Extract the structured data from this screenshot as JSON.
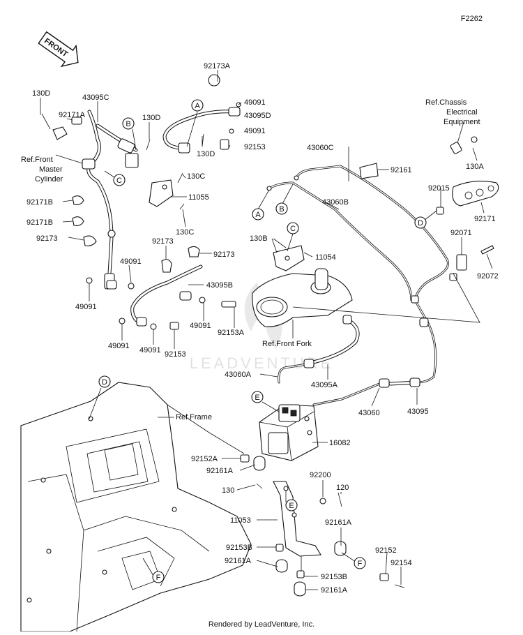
{
  "diagram": {
    "code": "F2262",
    "direction": "FRONT",
    "footer": "Rendered by LeadVenture, Inc.",
    "watermark": "LEADVENTURE",
    "refs": {
      "front_master_cylinder": [
        "Ref.Front",
        "Master",
        "Cylinder"
      ],
      "chassis_electrical": [
        "Ref.Chassis",
        "Electrical",
        "Equipment"
      ],
      "front_fork": "Ref.Front Fork",
      "frame": "Ref.Frame"
    },
    "callouts": [
      "A",
      "B",
      "C",
      "D",
      "E",
      "F"
    ],
    "parts": {
      "p130D_a": "130D",
      "p43095C": "43095C",
      "p92171A": "92171A",
      "p130D_b": "130D",
      "p130D_c": "130D",
      "p92173A": "92173A",
      "p49091_a": "49091",
      "p43095D": "43095D",
      "p49091_b": "49091",
      "p92153_a": "92153",
      "p130C_a": "130C",
      "p11055": "11055",
      "p130C_b": "130C",
      "p92171B_a": "92171B",
      "p92171B_b": "92171B",
      "p92173_a": "92173",
      "p92173_b": "92173",
      "p92173_c": "92173",
      "p49091_c": "49091",
      "p49091_d": "49091",
      "p43095B": "43095B",
      "p49091_e": "49091",
      "p92153A_a": "92153A",
      "p49091_f": "49091",
      "p49091_g": "49091",
      "p92153_b": "92153",
      "p43060C": "43060C",
      "p92161": "92161",
      "p43060B": "43060B",
      "p130A": "130A",
      "p92015": "92015",
      "p92171": "92171",
      "p92071": "92071",
      "p92072": "92072",
      "p130B": "130B",
      "p11054": "11054",
      "p43060A": "43060A",
      "p43095A": "43095A",
      "p43060": "43060",
      "p43095": "43095",
      "p16082": "16082",
      "p92152A": "92152A",
      "p92161A_a": "92161A",
      "p92200": "92200",
      "p130": "130",
      "p120": "120",
      "p11053": "11053",
      "p92161A_b": "92161A",
      "p92153B_a": "92153B",
      "p92161A_c": "92161A",
      "p92152": "92152",
      "p92154": "92154",
      "p92153B_b": "92153B",
      "p92161A_d": "92161A"
    }
  }
}
